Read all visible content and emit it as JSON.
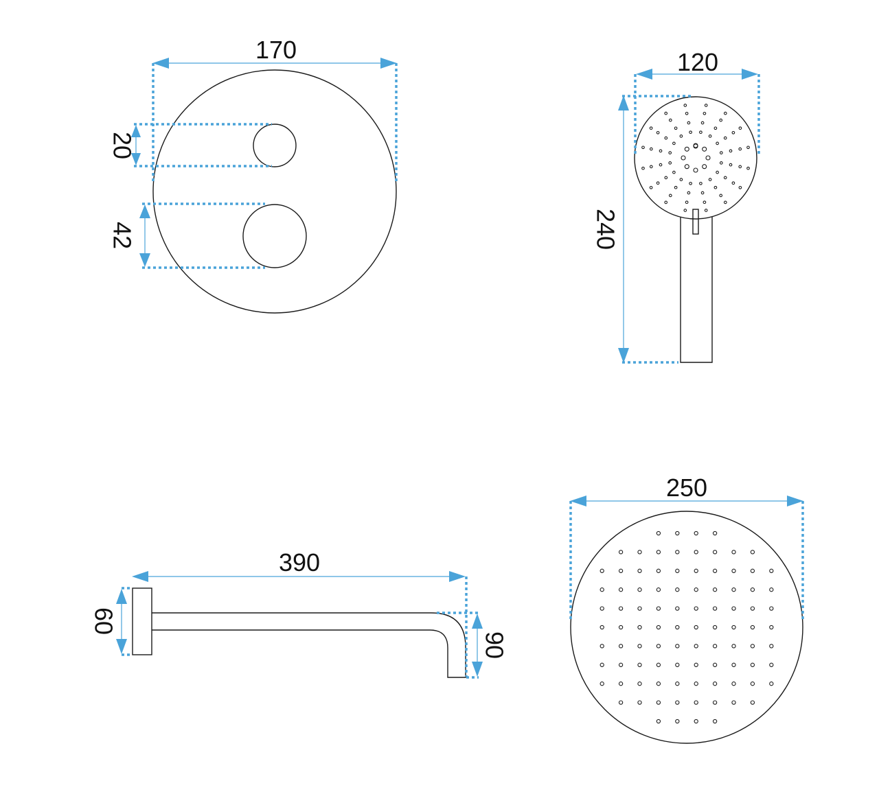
{
  "colors": {
    "dimension": "#4aa3d9",
    "outline": "#1a1a1a",
    "background": "#ffffff"
  },
  "dimensions": {
    "mixer_width": "170",
    "mixer_small_knob": "20",
    "mixer_large_knob": "42",
    "hand_shower_head": "120",
    "hand_shower_length": "240",
    "arm_length": "390",
    "arm_flange": "60",
    "arm_drop": "90",
    "head_shower_diameter": "250"
  }
}
